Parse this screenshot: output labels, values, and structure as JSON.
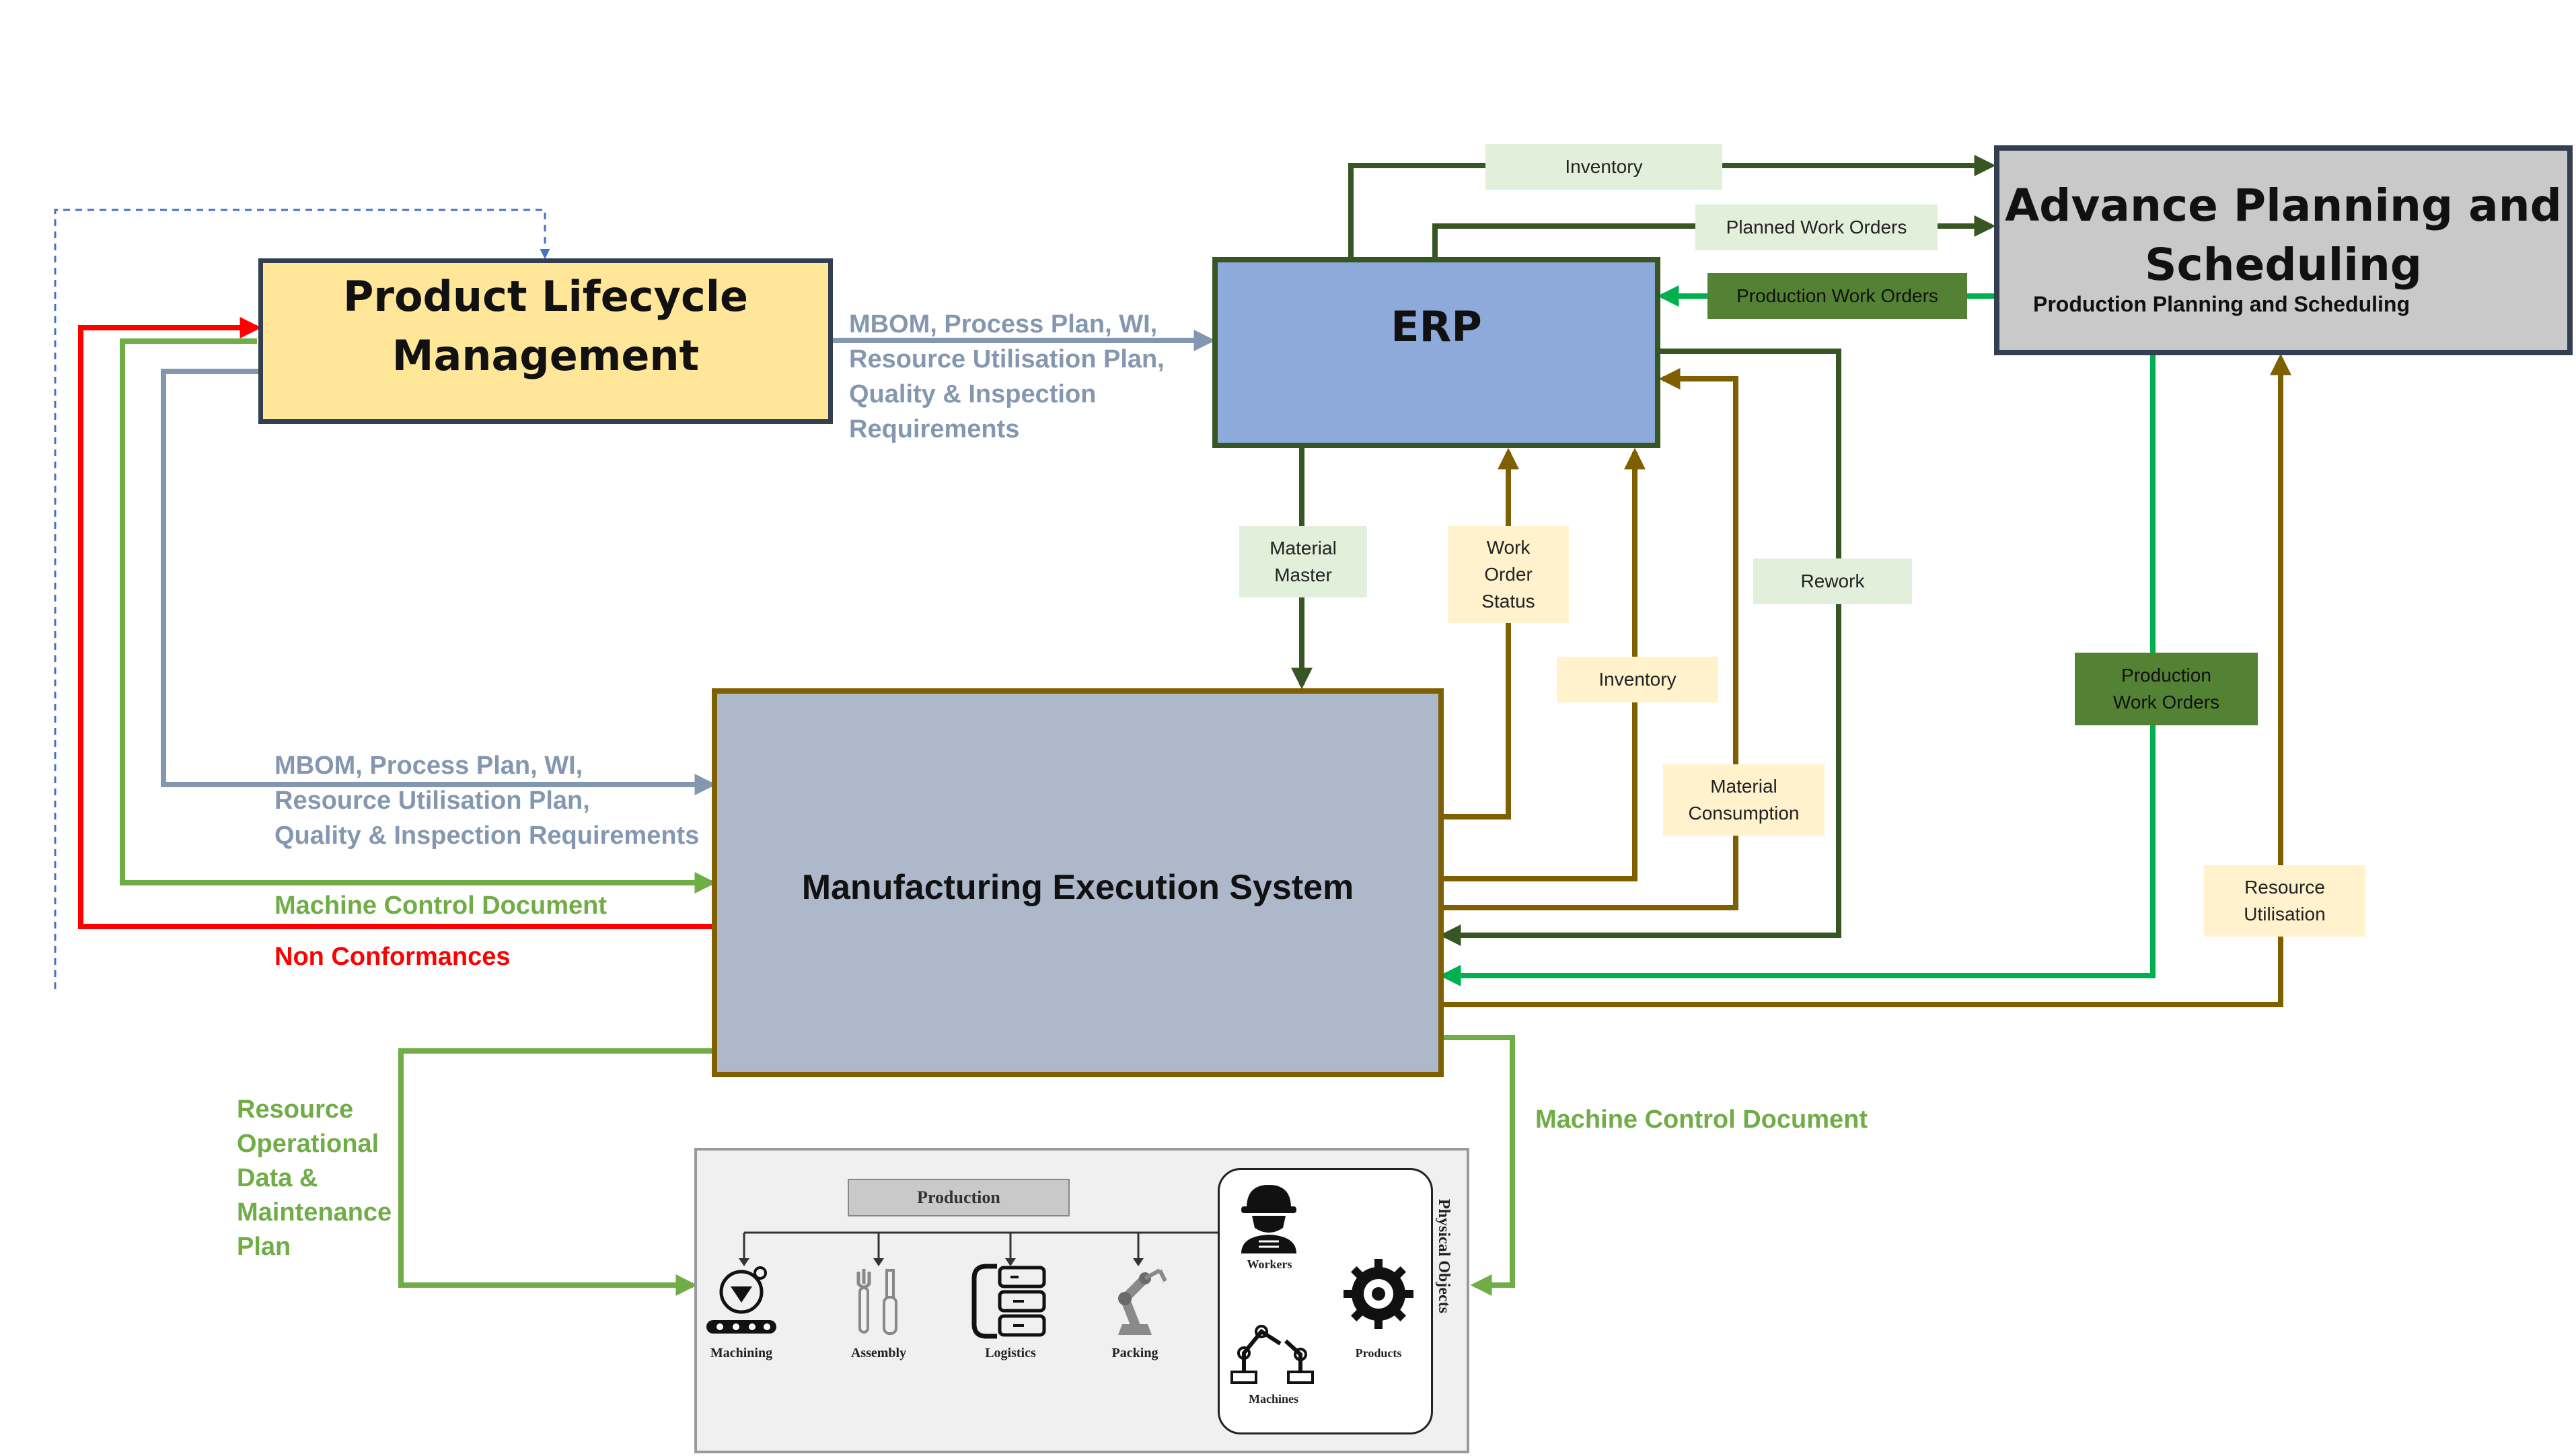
{
  "nodes": {
    "plm": "Product Lifecycle\nManagement",
    "erp": "ERP",
    "aps_title": "Advance Planning and\nScheduling",
    "aps_subtitle": "Production Planning and Scheduling",
    "mes": "Manufacturing Execution System"
  },
  "flows": {
    "inventory_top": "Inventory",
    "planned_work_orders": "Planned Work Orders",
    "production_work_orders_top": "Production Work Orders",
    "material_master": "Material\nMaster",
    "work_order_status": "Work\nOrder\nStatus",
    "inventory_mid": "Inventory",
    "rework": "Rework",
    "material_consumption": "Material\nConsumption",
    "production_work_orders_right": "Production\nWork Orders",
    "resource_utilisation": "Resource\nUtilisation",
    "plm_to_erp": "MBOM, Process Plan, WI,\nResource Utilisation Plan,\nQuality & Inspection\nRequirements",
    "plm_to_mes": "MBOM, Process Plan, WI,\nResource Utilisation Plan,\nQuality & Inspection Requirements",
    "machine_control_left": "Machine Control Document",
    "non_conformances": "Non Conformances",
    "resource_operational": "Resource\nOperational\nData &\nMaintenance\nPlan",
    "machine_control_right": "Machine Control Document"
  },
  "physical": {
    "production": "Production",
    "machining": "Machining",
    "assembly": "Assembly",
    "logistics": "Logistics",
    "packing": "Packing",
    "workers": "Workers",
    "products": "Products",
    "machines": "Machines",
    "physical_objects": "Physical Objects",
    "icons": [
      "machining-icon",
      "assembly-icon",
      "logistics-icon",
      "packing-robot-icon",
      "worker-icon",
      "products-gear-icon",
      "machines-robot-arm-icon"
    ]
  },
  "colors": {
    "plm_fill": "#ffe699",
    "erp_fill": "#8eaadb",
    "aps_fill": "#c9c9c9",
    "mes_fill": "#adb9ca",
    "dark_green": "#375623",
    "bright_green": "#00b050",
    "light_green": "#70ad47",
    "brown": "#7f6000",
    "steel_gray": "#8497b0",
    "red": "#ff0000",
    "dashed_blue": "#4472c4"
  }
}
